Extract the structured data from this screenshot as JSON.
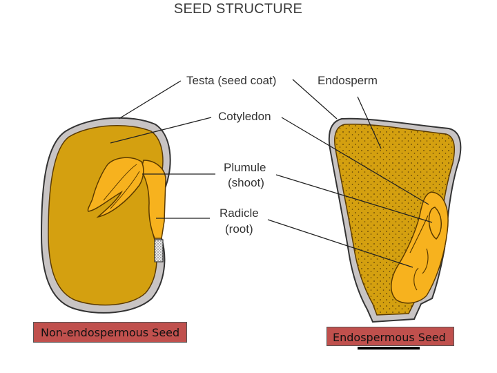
{
  "title": "SEED STRUCTURE",
  "labels": {
    "testa": "Testa (seed coat)",
    "endosperm": "Endosperm",
    "cotyledon": "Cotyledon",
    "plumule": "Plumule",
    "plumule_note": "(shoot)",
    "radicle": "Radicle",
    "radicle_note": "(root)"
  },
  "captions": {
    "left": "Non-endospermous Seed",
    "right": "Endospermous Seed"
  },
  "colors": {
    "seed_coat": "#c8c4c4",
    "cotyledon": "#d4a010",
    "endosperm": "#d4a010",
    "embryo": "#f7b21e",
    "caption_bg": "#c0504d"
  }
}
